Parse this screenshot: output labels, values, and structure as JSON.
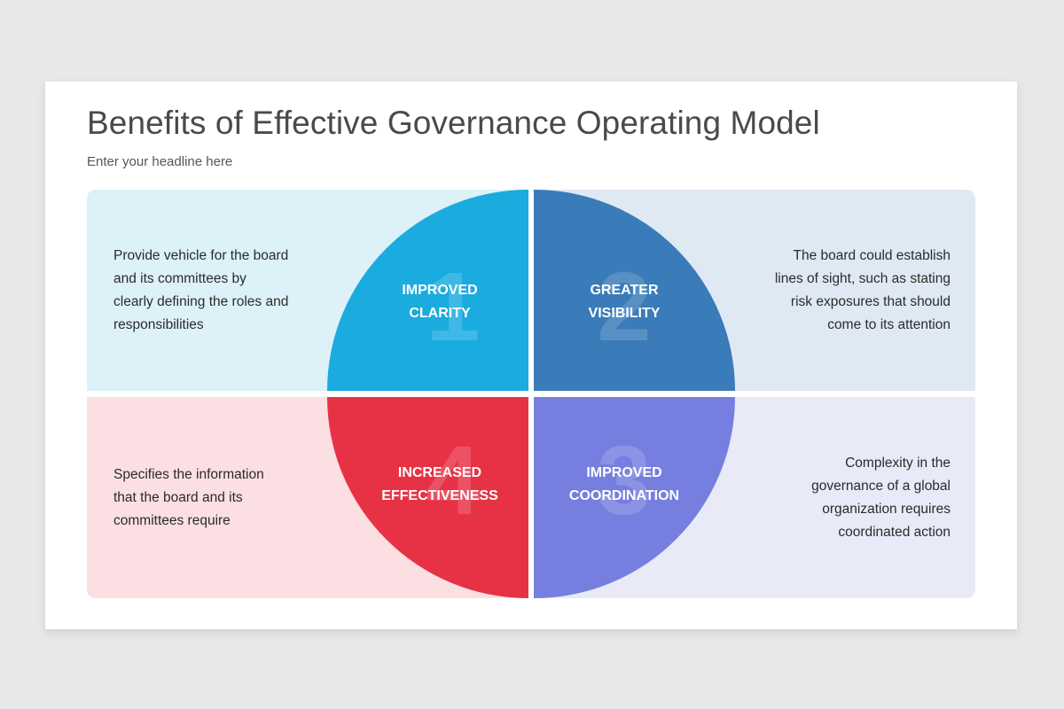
{
  "slide": {
    "title": "Benefits of Effective Governance Operating Model",
    "subtitle": "Enter your headline here"
  },
  "quadrants": [
    {
      "position": "top-left",
      "number": "1",
      "label_lines": [
        "IMPROVED",
        "CLARITY"
      ],
      "description_lines": [
        "Provide vehicle for the board",
        "and its committees by",
        "clearly defining the roles and",
        "responsibilities"
      ],
      "color": "#1aabdf",
      "background": "#dcf1f8"
    },
    {
      "position": "top-right",
      "number": "2",
      "label_lines": [
        "GREATER",
        "VISIBILITY"
      ],
      "description_lines": [
        "The board could establish",
        "lines of sight, such as stating",
        "risk exposures that should",
        "come to its attention"
      ],
      "color": "#3a7bb9",
      "background": "#dfe9f3"
    },
    {
      "position": "bottom-right",
      "number": "3",
      "label_lines": [
        "IMPROVED",
        "COORDINATION"
      ],
      "description_lines": [
        "Complexity in the",
        "governance of a global",
        "organization requires",
        "coordinated action"
      ],
      "color": "#767fdf",
      "background": "#e8eaf7"
    },
    {
      "position": "bottom-left",
      "number": "4",
      "label_lines": [
        "INCREASED",
        "EFFECTIVENESS"
      ],
      "description_lines": [
        "Specifies the information",
        "that the board and its",
        "committees require"
      ],
      "color": "#e73246",
      "background": "#fbdfe2"
    }
  ]
}
